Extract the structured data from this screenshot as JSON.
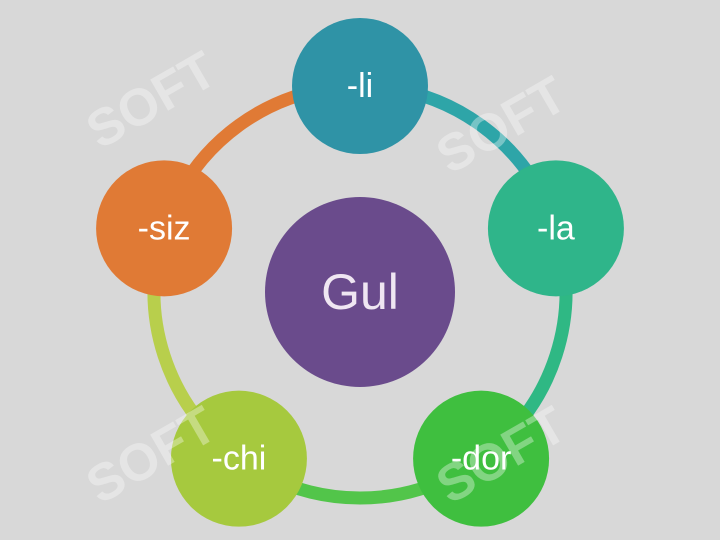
{
  "center": {
    "label": "Gul",
    "color": "#6a4b8c"
  },
  "nodes": [
    {
      "label": "-li",
      "color": "#2f93a6"
    },
    {
      "label": "-la",
      "color": "#2fb58a"
    },
    {
      "label": "-dor",
      "color": "#3fbf3f"
    },
    {
      "label": "-chi",
      "color": "#a6c93e"
    },
    {
      "label": "-siz",
      "color": "#e07a35"
    }
  ],
  "connectors": [
    {
      "from": 0,
      "to": 1,
      "color": "#2ea5a8"
    },
    {
      "from": 1,
      "to": 2,
      "color": "#2fb884"
    },
    {
      "from": 2,
      "to": 3,
      "color": "#52c54a"
    },
    {
      "from": 3,
      "to": 4,
      "color": "#b8cf4c"
    },
    {
      "from": 4,
      "to": 0,
      "color": "#e07a35"
    }
  ],
  "watermark": {
    "text": "SOFT"
  }
}
